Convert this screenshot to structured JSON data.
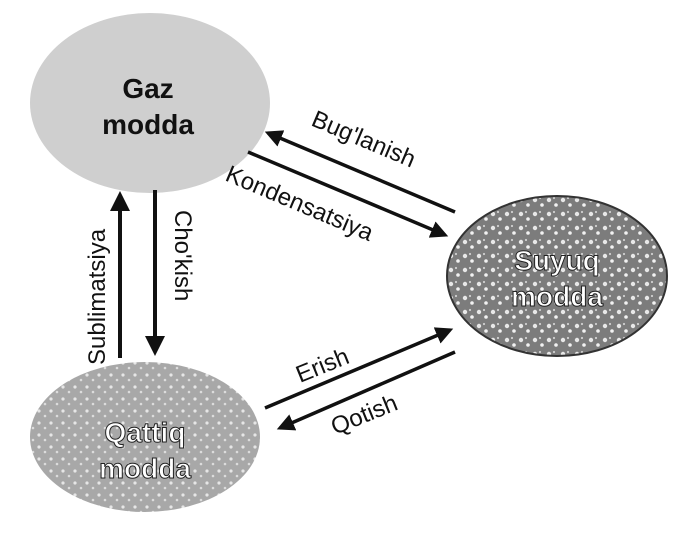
{
  "nodes": {
    "gas": {
      "line1": "Gaz",
      "line2": "modda"
    },
    "liquid": {
      "line1": "Suyuq",
      "line2": "modda"
    },
    "solid": {
      "line1": "Qattiq",
      "line2": "modda"
    }
  },
  "transitions": {
    "evaporation": "Bug'lanish",
    "condensation": "Kondensatsiya",
    "sublimation": "Sublimatsiya",
    "deposition": "Cho'kish",
    "melting": "Erish",
    "freezing": "Qotish"
  },
  "colors": {
    "gas_fill": "#cfcfcf",
    "liquid_fill": "#8a8a8a",
    "solid_fill": "#b2b2b2",
    "arrow": "#111111"
  }
}
